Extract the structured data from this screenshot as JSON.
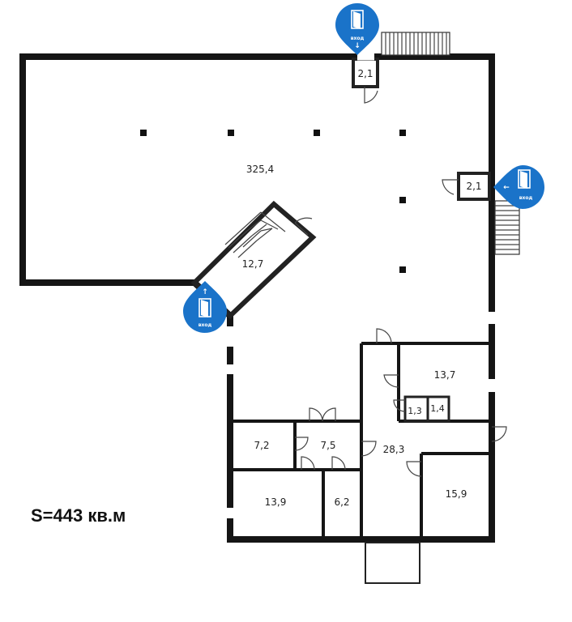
{
  "plan": {
    "total_area": "S=443 кв.м",
    "rooms": [
      {
        "id": "hall",
        "label": "325,4"
      },
      {
        "id": "entry-top",
        "label": "2,1"
      },
      {
        "id": "entry-right",
        "label": "2,1"
      },
      {
        "id": "stair-room",
        "label": "12,7"
      },
      {
        "id": "room-137",
        "label": "13,7"
      },
      {
        "id": "room-13",
        "label": "1,3"
      },
      {
        "id": "room-14",
        "label": "1,4"
      },
      {
        "id": "corridor",
        "label": "28,3"
      },
      {
        "id": "room-72",
        "label": "7,2"
      },
      {
        "id": "room-75",
        "label": "7,5"
      },
      {
        "id": "room-139",
        "label": "13,9"
      },
      {
        "id": "room-62",
        "label": "6,2"
      },
      {
        "id": "room-159",
        "label": "15,9"
      }
    ],
    "entrances": [
      {
        "id": "top",
        "label": "вход",
        "arrow": "↓"
      },
      {
        "id": "right",
        "label": "вход",
        "arrow": "←"
      },
      {
        "id": "left",
        "label": "вход",
        "arrow": "↑"
      }
    ],
    "colors": {
      "marker": "#1a73c9",
      "wall": "#151515"
    }
  }
}
